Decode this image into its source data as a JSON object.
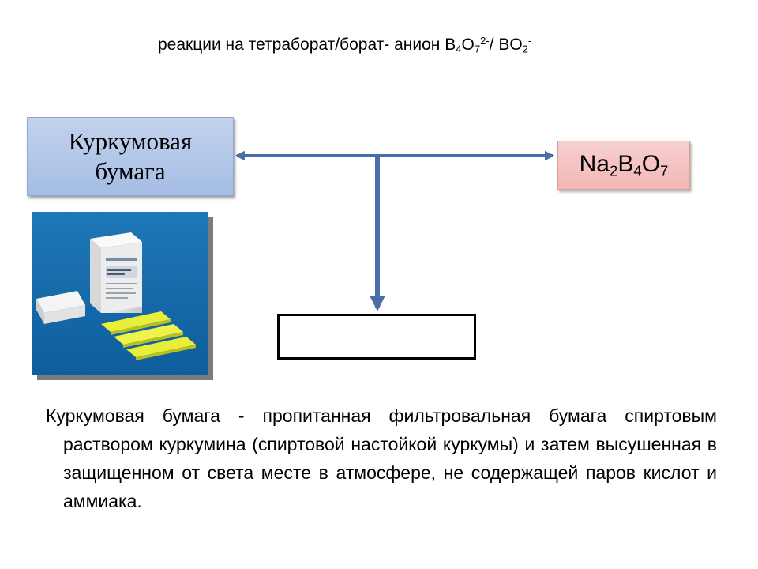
{
  "title": {
    "prefix": "реакции на тетраборат/борат- анион B",
    "sub1": "4",
    "o1": "O",
    "sub2": "7",
    "sup1": "2-",
    "mid": "/ BO",
    "sub3": "2",
    "sup2": "-"
  },
  "left_box": {
    "line1": "Куркумовая",
    "line2": "бумага",
    "color": "#a9c0e6"
  },
  "right_box": {
    "na": "Na",
    "sub1": "2",
    "b": "B",
    "sub2": "4",
    "o": "O",
    "sub3": "7",
    "color": "#f4bcbc"
  },
  "result_box": {
    "text": ""
  },
  "photo": {
    "icon": "curcumin-paper-package-photo"
  },
  "description": "Куркумовая бумага - пропитанная фильтровальная бумага спиртовым раствором куркумина (спиртовой настойкой куркумы) и затем высушенная в защищенном от света месте в атмосфере, не содержащей паров кислот и аммиака.",
  "arrow_color": "#4a6fa8"
}
